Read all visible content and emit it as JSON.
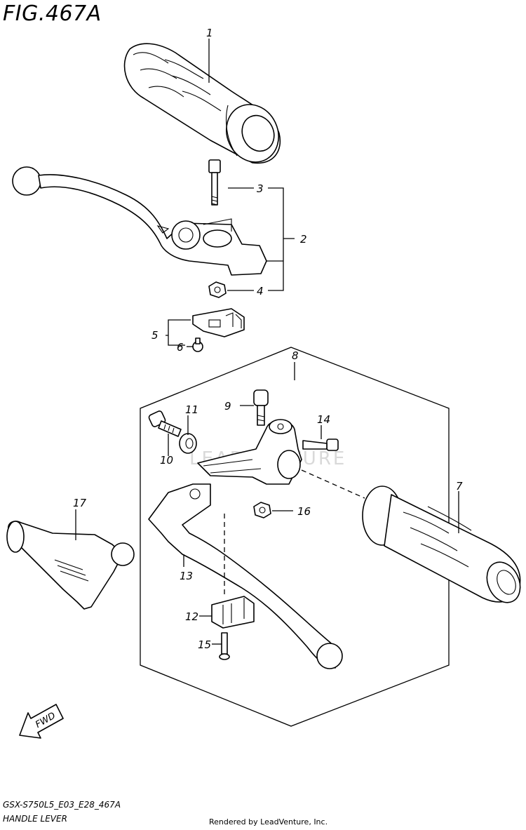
{
  "figure": {
    "title": "FIG.467A",
    "code": "GSX-S750L5_E03_E28_467A",
    "name": "HANDLE LEVER",
    "rendered_by": "Rendered by LeadVenture, Inc."
  },
  "watermark": "LEADVENTURE",
  "callouts": [
    {
      "id": "c1",
      "number": "1"
    },
    {
      "id": "c2",
      "number": "2"
    },
    {
      "id": "c3",
      "number": "3"
    },
    {
      "id": "c4",
      "number": "4"
    },
    {
      "id": "c5",
      "number": "5"
    },
    {
      "id": "c6",
      "number": "6"
    },
    {
      "id": "c7",
      "number": "7"
    },
    {
      "id": "c8",
      "number": "8"
    },
    {
      "id": "c9",
      "number": "9"
    },
    {
      "id": "c10",
      "number": "10"
    },
    {
      "id": "c11",
      "number": "11"
    },
    {
      "id": "c12",
      "number": "12"
    },
    {
      "id": "c13",
      "number": "13"
    },
    {
      "id": "c14",
      "number": "14"
    },
    {
      "id": "c15",
      "number": "15"
    },
    {
      "id": "c16",
      "number": "16"
    },
    {
      "id": "c17",
      "number": "17"
    }
  ],
  "fwd_arrow": {
    "label": "FWD"
  }
}
